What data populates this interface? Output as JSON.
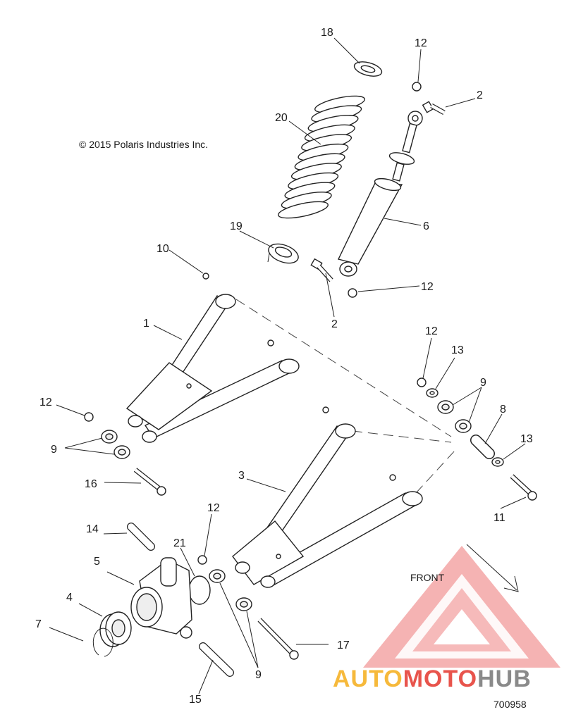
{
  "copyright": "© 2015 Polaris Industries Inc.",
  "figure_id": "700958",
  "front_label": "FRONT",
  "watermark": {
    "part1": "AUTO",
    "part2": "MOTO",
    "part3": "HUB",
    "color1": "#f6b93b",
    "color2": "#e8544c",
    "color3": "#8a8a8a"
  },
  "callouts": {
    "c1": "1",
    "c2a": "2",
    "c2b": "2",
    "c3": "3",
    "c4": "4",
    "c5": "5",
    "c6": "6",
    "c7": "7",
    "c8": "8",
    "c9a": "9",
    "c9b": "9",
    "c9c": "9",
    "c10": "10",
    "c11": "11",
    "c12a": "12",
    "c12b": "12",
    "c12c": "12",
    "c12d": "12",
    "c12e": "12",
    "c13a": "13",
    "c13b": "13",
    "c14": "14",
    "c15": "15",
    "c16": "16",
    "c17": "17",
    "c18": "18",
    "c19": "19",
    "c20": "20",
    "c21": "21"
  }
}
